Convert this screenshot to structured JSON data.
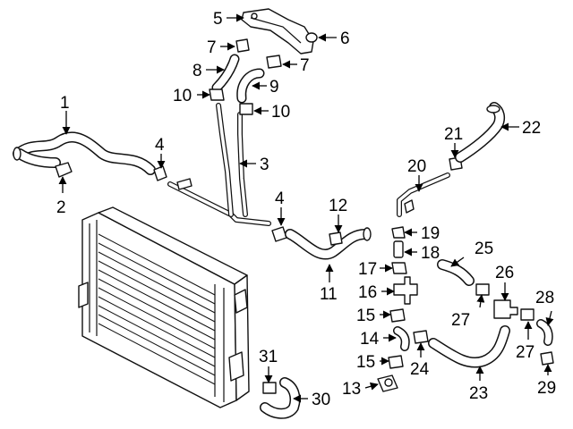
{
  "callouts": [
    {
      "id": "1",
      "label": "1"
    },
    {
      "id": "2",
      "label": "2"
    },
    {
      "id": "3",
      "label": "3"
    },
    {
      "id": "4a",
      "label": "4"
    },
    {
      "id": "4b",
      "label": "4"
    },
    {
      "id": "5",
      "label": "5"
    },
    {
      "id": "6",
      "label": "6"
    },
    {
      "id": "7a",
      "label": "7"
    },
    {
      "id": "7b",
      "label": "7"
    },
    {
      "id": "8",
      "label": "8"
    },
    {
      "id": "9",
      "label": "9"
    },
    {
      "id": "10a",
      "label": "10"
    },
    {
      "id": "10b",
      "label": "10"
    },
    {
      "id": "11",
      "label": "11"
    },
    {
      "id": "12",
      "label": "12"
    },
    {
      "id": "13",
      "label": "13"
    },
    {
      "id": "14",
      "label": "14"
    },
    {
      "id": "15a",
      "label": "15"
    },
    {
      "id": "15b",
      "label": "15"
    },
    {
      "id": "16",
      "label": "16"
    },
    {
      "id": "17",
      "label": "17"
    },
    {
      "id": "18",
      "label": "18"
    },
    {
      "id": "19",
      "label": "19"
    },
    {
      "id": "20",
      "label": "20"
    },
    {
      "id": "21",
      "label": "21"
    },
    {
      "id": "22",
      "label": "22"
    },
    {
      "id": "23",
      "label": "23"
    },
    {
      "id": "24",
      "label": "24"
    },
    {
      "id": "25",
      "label": "25"
    },
    {
      "id": "26",
      "label": "26"
    },
    {
      "id": "27a",
      "label": "27"
    },
    {
      "id": "27b",
      "label": "27"
    },
    {
      "id": "28",
      "label": "28"
    },
    {
      "id": "29",
      "label": "29"
    },
    {
      "id": "30",
      "label": "30"
    },
    {
      "id": "31",
      "label": "31"
    }
  ]
}
